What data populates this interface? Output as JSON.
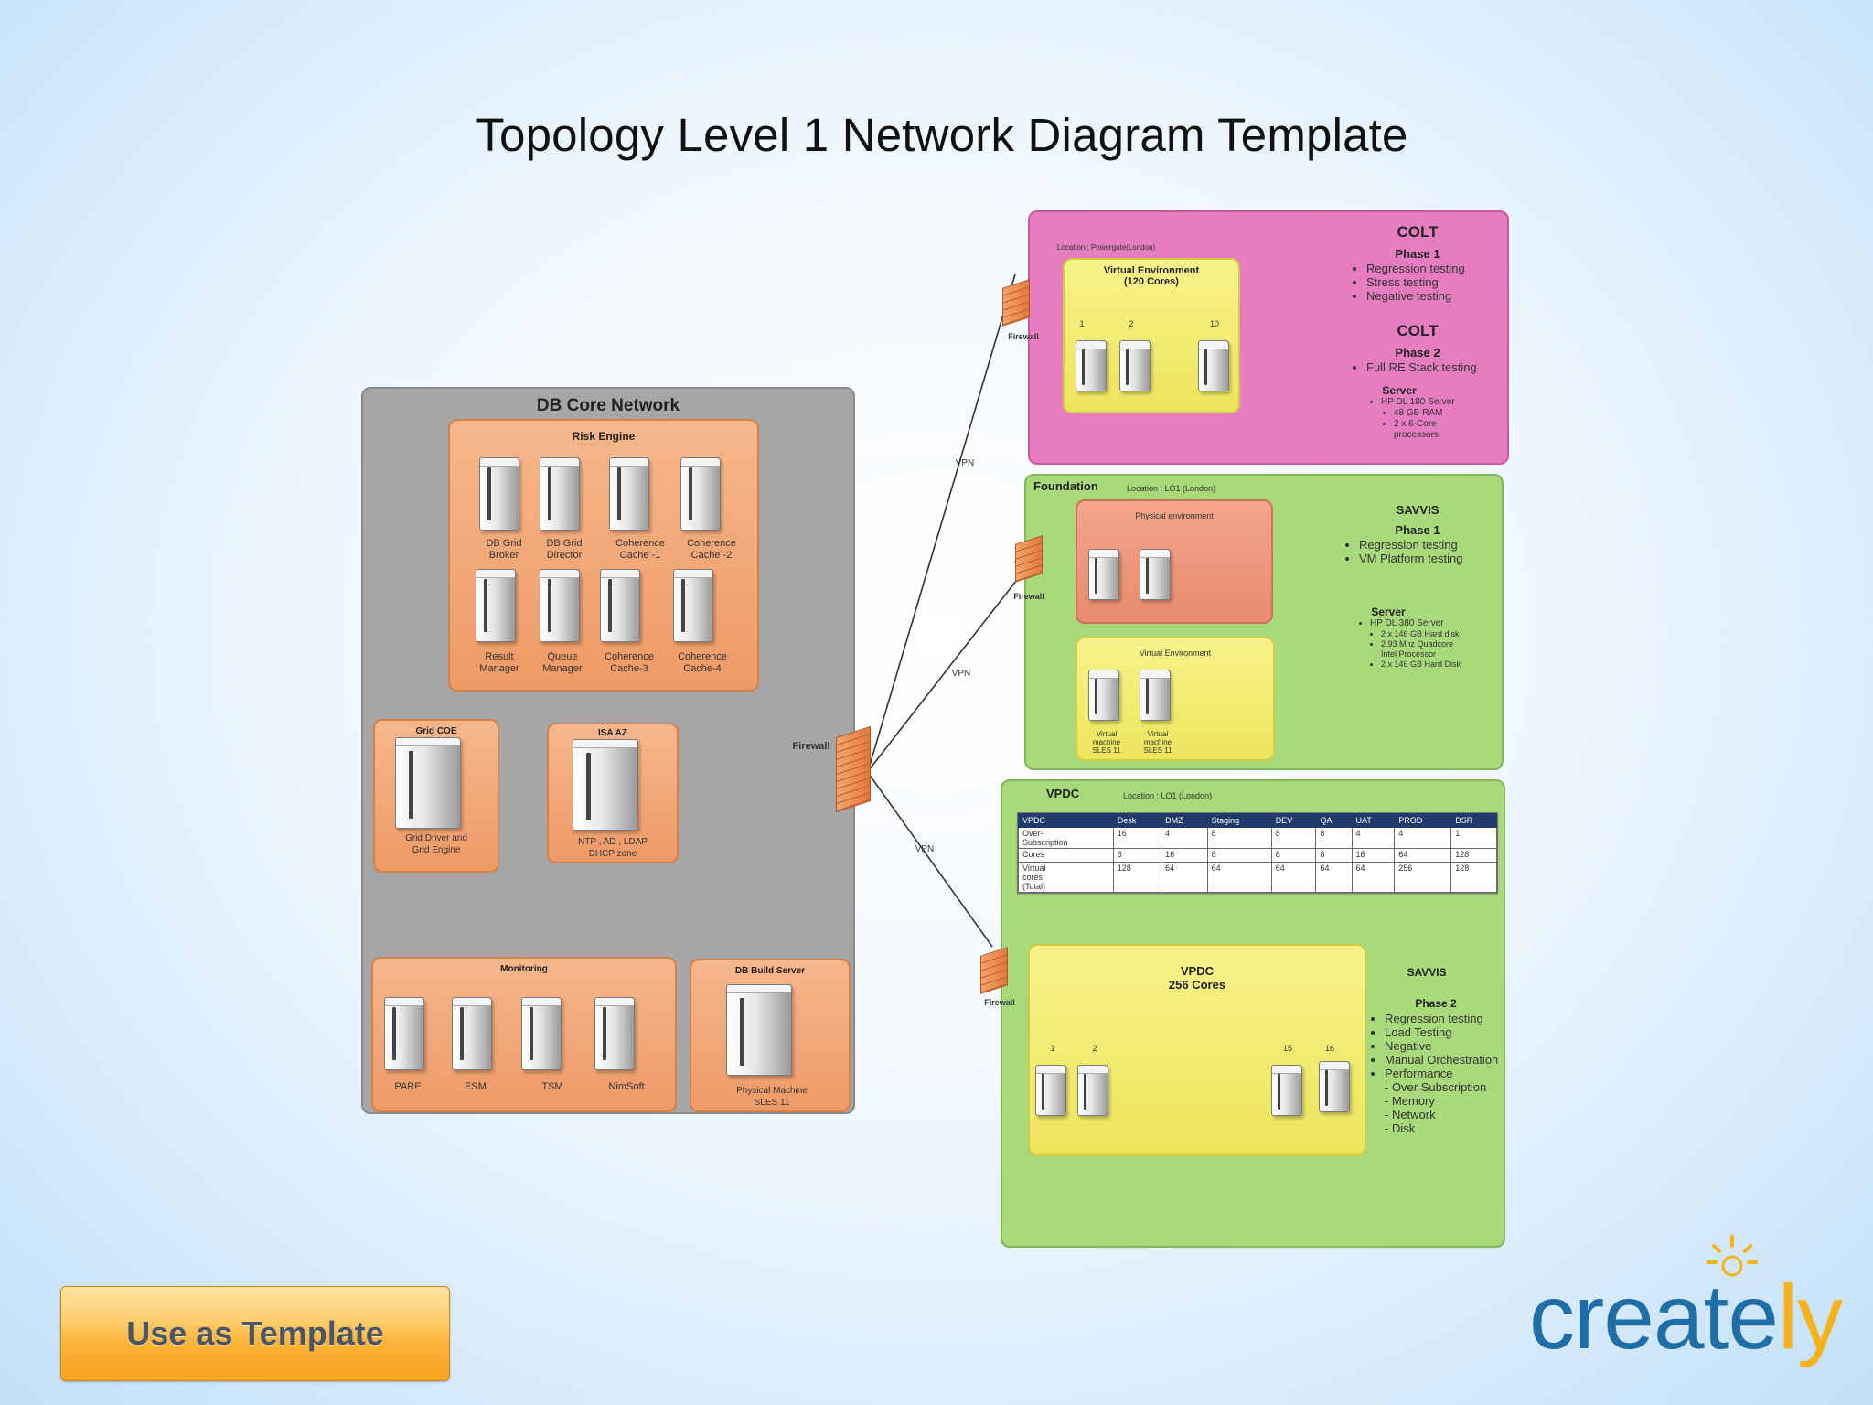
{
  "title": "Topology Level 1 Network Diagram Template",
  "button": {
    "label": "Use as Template"
  },
  "logo": {
    "main": "create",
    "tail": "ly"
  },
  "colors": {
    "accent_orange": "#f7a21c",
    "logo_blue": "#1f6ea7",
    "logo_yellow": "#f6b11b"
  },
  "core": {
    "title": "DB Core Network",
    "risk_engine": {
      "title": "Risk Engine",
      "servers": [
        "DB Grid\nBroker",
        "DB Grid\nDirector",
        "Coherence\nCache -1",
        "Coherence\nCache -2",
        "Result\nManager",
        "Queue\nManager",
        "Coherence\nCache-3",
        "Coherence\nCache-4"
      ]
    },
    "grid_coe": {
      "title": "Grid COE",
      "server": "Grid Driver and\nGrid Engine"
    },
    "isa": {
      "title": "ISA AZ",
      "server": "NTP , AD , LDAP\nDHCP zone"
    },
    "monitoring": {
      "title": "Monitoring",
      "servers": [
        "PARE",
        "ESM",
        "TSM",
        "NimSoft"
      ]
    },
    "build": {
      "title": "DB Build Server",
      "server": "Physical Machine\nSLES 11"
    },
    "firewall": "Firewall"
  },
  "vpn": [
    "VPN",
    "VPN",
    "VPN"
  ],
  "colt": {
    "location": "Location : Powergate(London)",
    "virtual": {
      "title": "Virtual Environment\n(120 Cores)",
      "n1": "1",
      "n2": "2",
      "n3": "10"
    },
    "firewall": "Firewall",
    "phase1": {
      "name": "COLT",
      "phase": "Phase 1",
      "items": [
        "Regression testing",
        "Stress testing",
        "Negative testing"
      ]
    },
    "phase2": {
      "name": "COLT",
      "phase": "Phase 2",
      "items": [
        "Full RE Stack testing"
      ]
    },
    "server": {
      "title": "Server",
      "item": "HP DL 180 Server",
      "subitems": [
        "48 GB RAM",
        "2 x 6-Core\nprocessors"
      ]
    }
  },
  "foundation": {
    "title": "Foundation",
    "location": "Location : LO1 (London)",
    "physical": "Physical environment",
    "virtual": {
      "title": "Virtual Environment",
      "servers": [
        "Virtual\nmachine\nSLES 11",
        "Virtual\nmachine\nSLES 11"
      ]
    },
    "firewall": "Firewall",
    "savvis": {
      "name": "SAVVIS",
      "phase": "Phase 1",
      "items": [
        "Regression testing",
        "VM Platform testing"
      ]
    },
    "server": {
      "title": "Server",
      "item": "HP DL 380 Server",
      "subitems": [
        "2 x 146 GB Hard disk",
        "2.93 Mhz Quadcore\nIntel Processor",
        "2 x 146 GB Hard Disk"
      ]
    }
  },
  "vpdc": {
    "title": "VPDC",
    "location": "Location : LO1 (London)",
    "table": {
      "headers": [
        "VPDC",
        "Desk",
        "DMZ",
        "Staging",
        "DEV",
        "QA",
        "UAT",
        "PROD",
        "DSR"
      ],
      "rows": [
        [
          "Over-\nSubscription",
          "16",
          "4",
          "8",
          "8",
          "8",
          "4",
          "4",
          "1"
        ],
        [
          "Cores",
          "8",
          "16",
          "8",
          "8",
          "8",
          "16",
          "64",
          "128"
        ],
        [
          "Virtual\ncores\n(Total)",
          "128",
          "64",
          "64",
          "64",
          "64",
          "64",
          "256",
          "128"
        ]
      ]
    },
    "box": {
      "title": "VPDC\n256 Cores",
      "n1": "1",
      "n2": "2",
      "n3": "15",
      "n4": "16"
    },
    "firewall": "Firewall",
    "savvis": {
      "name": "SAVVIS",
      "phase": "Phase 2",
      "items": [
        "Regression testing",
        "Load Testing",
        "Negative",
        "Manual Orchestration",
        "Performance"
      ],
      "subitems": [
        "- Over Subscription",
        "- Memory",
        "- Network",
        "- Disk"
      ]
    }
  }
}
